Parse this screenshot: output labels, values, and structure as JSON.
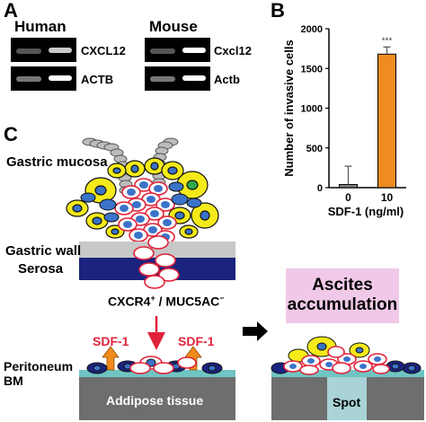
{
  "panels": {
    "a": "A",
    "b": "B",
    "c": "C"
  },
  "panel_a": {
    "gels": [
      {
        "species": "Human",
        "rows": [
          {
            "gene": "CXCL12",
            "bands": [
              0.35,
              0.65
            ]
          },
          {
            "gene": "ACTB",
            "bands": [
              0.5,
              1.0
            ]
          }
        ]
      },
      {
        "species": "Mouse",
        "rows": [
          {
            "gene": "Cxcl12",
            "bands": [
              0.35,
              1.0
            ]
          },
          {
            "gene": "Actb",
            "bands": [
              0.5,
              1.0
            ]
          }
        ]
      }
    ]
  },
  "chart_data": {
    "type": "bar",
    "categories": [
      "0",
      "10"
    ],
    "values": [
      40,
      1680
    ],
    "errors": [
      230,
      90
    ],
    "colors": [
      "#808080",
      "#ee8c22"
    ],
    "significance": [
      "",
      "***"
    ],
    "ylabel": "Number of invasive cells",
    "xlabel": "SDF-1 (ng/ml)",
    "ylim": [
      0,
      2000
    ],
    "yticks": [
      0,
      500,
      1000,
      1500,
      2000
    ],
    "grid": false
  },
  "panel_c": {
    "gastric_mucosa": "Gastric mucosa",
    "gastric_wall": "Gastric wall",
    "serosa": "Serosa",
    "marker_main": "CXCR4",
    "marker_sup1": "+",
    "marker_sep": " / MUC5AC",
    "marker_sup2": "−",
    "sdf_left": "SDF-1",
    "sdf_right": "SDF-1",
    "peritoneum": "Peritoneum",
    "bm": "BM",
    "adipose": "Addipose tissue",
    "ascites_line1": "Ascites",
    "ascites_line2": "accumulation",
    "spot": "Spot",
    "colors": {
      "gastric_wall": "#c8c8c8",
      "serosa": "#1a237e",
      "bm": "#6fc5c3",
      "adipose": "#6e6e6e",
      "yellow_cell": "#f4ea1a",
      "blue_cell": "#3b73c9",
      "red_outline": "#e0233a",
      "orange_arrow": "#f28a1d",
      "ascites_box": "#f1c9e8"
    }
  }
}
